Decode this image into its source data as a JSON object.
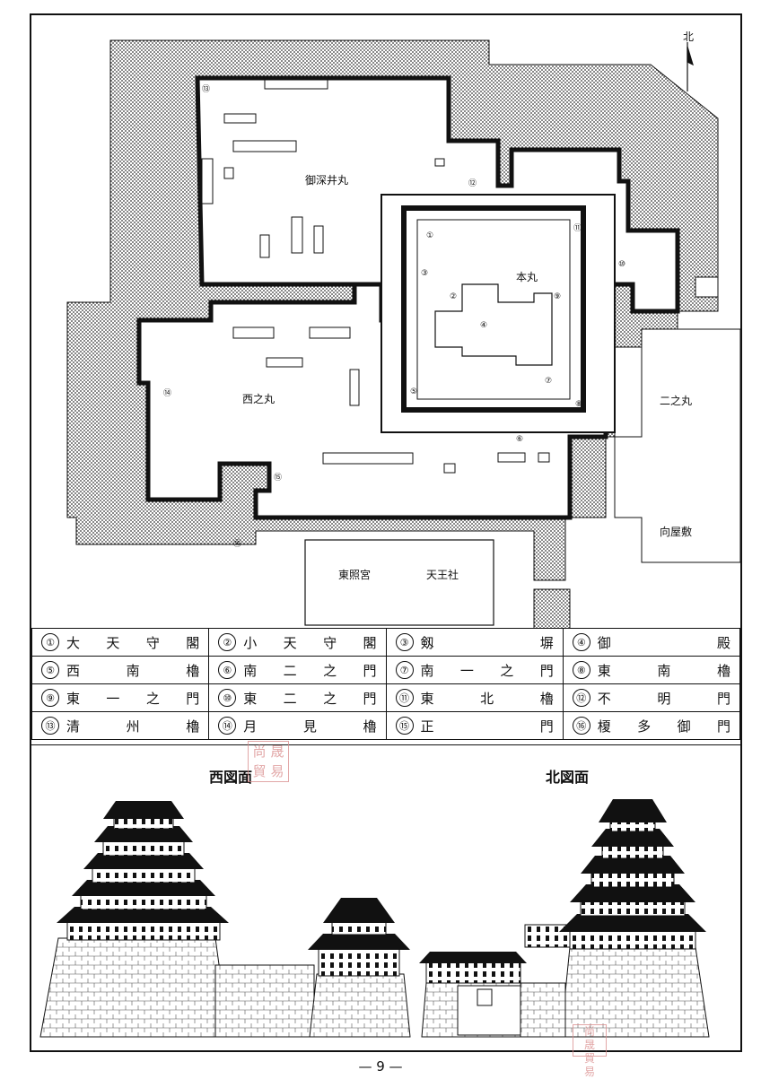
{
  "map": {
    "north_label": "北",
    "areas": {
      "ofukei": "御深井丸",
      "honmaru": "本丸",
      "nishinomaru": "西之丸",
      "ninomaru": "二之丸",
      "mukouyashiki": "向屋敷",
      "toshogu": "東照宮",
      "tennosha": "天王社"
    },
    "markers": [
      "①",
      "②",
      "③",
      "④",
      "⑤",
      "⑥",
      "⑦",
      "⑧",
      "⑨",
      "⑩",
      "⑪",
      "⑫",
      "⑬",
      "⑭",
      "⑮",
      "⑯"
    ]
  },
  "legend": [
    [
      {
        "num": "①",
        "chars": [
          "大",
          "天",
          "守",
          "閣"
        ]
      },
      {
        "num": "②",
        "chars": [
          "小",
          "天",
          "守",
          "閣"
        ]
      },
      {
        "num": "③",
        "chars": [
          "剱",
          "塀"
        ]
      },
      {
        "num": "④",
        "chars": [
          "御",
          "殿"
        ]
      }
    ],
    [
      {
        "num": "⑤",
        "chars": [
          "西",
          "南",
          "櫓"
        ]
      },
      {
        "num": "⑥",
        "chars": [
          "南",
          "二",
          "之",
          "門"
        ]
      },
      {
        "num": "⑦",
        "chars": [
          "南",
          "一",
          "之",
          "門"
        ]
      },
      {
        "num": "⑧",
        "chars": [
          "東",
          "南",
          "櫓"
        ]
      }
    ],
    [
      {
        "num": "⑨",
        "chars": [
          "東",
          "一",
          "之",
          "門"
        ]
      },
      {
        "num": "⑩",
        "chars": [
          "東",
          "二",
          "之",
          "門"
        ]
      },
      {
        "num": "⑪",
        "chars": [
          "東",
          "北",
          "櫓"
        ]
      },
      {
        "num": "⑫",
        "chars": [
          "不",
          "明",
          "門"
        ]
      }
    ],
    [
      {
        "num": "⑬",
        "chars": [
          "清",
          "州",
          "櫓"
        ]
      },
      {
        "num": "⑭",
        "chars": [
          "月",
          "見",
          "櫓"
        ]
      },
      {
        "num": "⑮",
        "chars": [
          "正",
          "門"
        ]
      },
      {
        "num": "⑯",
        "chars": [
          "榎",
          "多",
          "御",
          "門"
        ]
      }
    ]
  ],
  "elevations": {
    "west_label": "西図面",
    "north_label": "北図面"
  },
  "seal_text": [
    "尚",
    "晟",
    "貿",
    "易"
  ],
  "page_number": "— 9 —"
}
